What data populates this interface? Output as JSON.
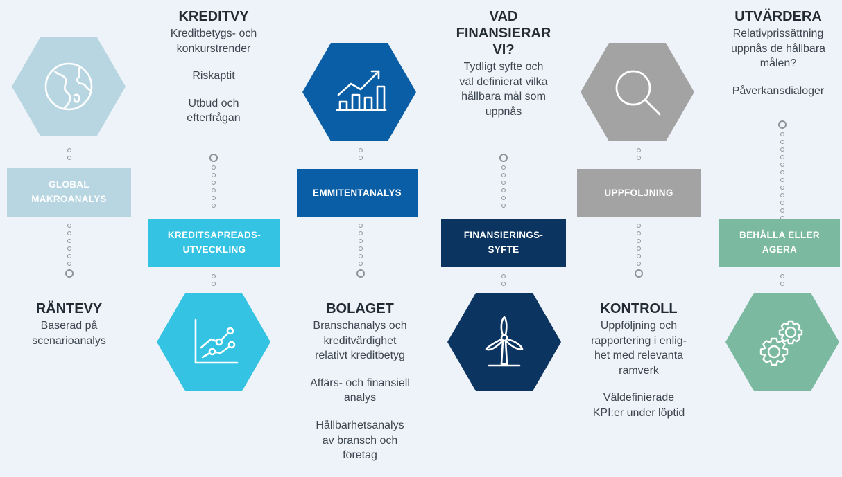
{
  "colors": {
    "light_blue": "#b8d6e1",
    "cyan": "#34c3e2",
    "blue": "#0a5ea5",
    "navy": "#0c3461",
    "gray": "#a3a3a3",
    "green": "#7bb9a1"
  },
  "steps": [
    {
      "box": "GLOBAL\nMAKROANALYS",
      "icon": "globe-icon",
      "title": "RÄNTEVY",
      "lines": [
        "Baserad på\nscenarioanalys"
      ]
    },
    {
      "box": "KREDITSAPREADS-\nUTVECKLING",
      "icon": "line-chart-icon",
      "title": "KREDITVY",
      "lines": [
        "Kreditbetygs- och\nkonkurstrender",
        "Riskaptit",
        "Utbud och\nefterfrågan"
      ]
    },
    {
      "box": "EMMITENTANALYS",
      "icon": "bar-chart-growth-icon",
      "title": "BOLAGET",
      "lines": [
        "Branschanalys och\nkreditvärdighet\nrelativt kreditbetyg",
        "Affärs- och finansiell\nanalys",
        "Hållbarhetsanalys\nav bransch och\nföretag"
      ]
    },
    {
      "box": "FINANSIERINGS-\nSYFTE",
      "icon": "wind-turbine-icon",
      "title": "VAD\nFINANSIERAR\nVI?",
      "lines": [
        "Tydligt syfte och\nväl definierat vilka\nhållbara mål som\nuppnås"
      ]
    },
    {
      "box": "UPPFÖLJNING",
      "icon": "magnifier-icon",
      "title": "KONTROLL",
      "lines": [
        "Uppföljning och\nrapportering i enlig-\nhet med relevanta\nramverk",
        "Väldefinierade\nKPI:er under löptid"
      ]
    },
    {
      "box": "BEHÅLLA ELLER\nAGERA",
      "icon": "gears-icon",
      "title": "UTVÄRDERA",
      "lines": [
        "Relativprissättning\nuppnås de hållbara\nmålen?",
        "Påverkansdialoger"
      ]
    }
  ]
}
